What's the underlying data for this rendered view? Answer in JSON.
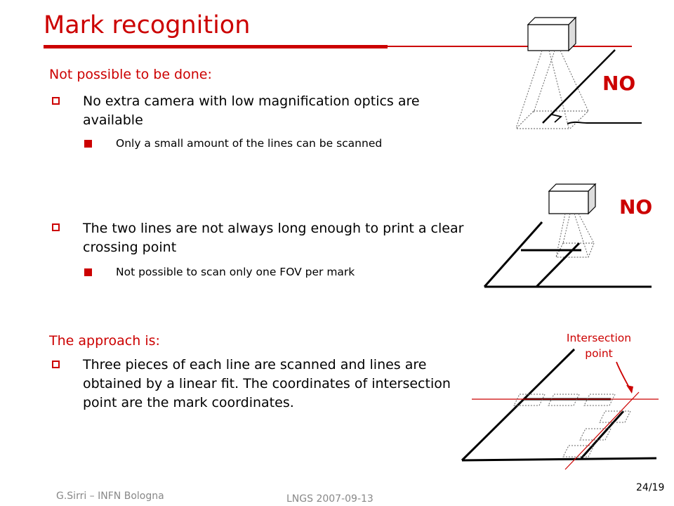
{
  "slide": {
    "title": "Mark recognition",
    "section1": {
      "heading": "Not possible to be done:",
      "bullet1": "No extra camera with low magnification optics are available",
      "bullet1_sub": "Only a small amount of the lines can be scanned",
      "bullet2": "The two lines are not always long enough to print a clear crossing point",
      "bullet2_sub": "Not possible to scan only one FOV per mark"
    },
    "section2": {
      "heading": "The approach is:",
      "bullet1": "Three pieces of each line are scanned and lines are obtained by a linear fit. The coordinates of intersection point are the mark coordinates."
    },
    "figures": {
      "no_label_1": "NO",
      "no_label_2": "NO",
      "intersection_label_line1": "Intersection",
      "intersection_label_line2": "point"
    },
    "footer": {
      "author": "G.Sirri – INFN Bologna",
      "event": "LNGS 2007-09-13",
      "page": "24/19"
    }
  },
  "colors": {
    "accent": "#cc0000",
    "text": "#000000",
    "footer": "#888888"
  }
}
